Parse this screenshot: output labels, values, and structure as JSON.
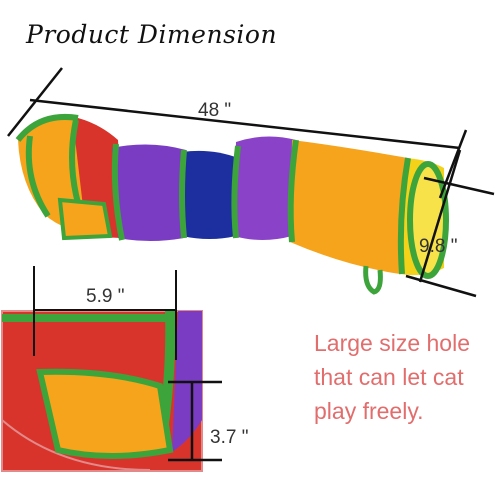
{
  "title": "Product Dimension",
  "dimensions": {
    "length": "48 \"",
    "diameter": "9.8 \"",
    "hole_width": "5.9 \"",
    "hole_height": "3.7 \""
  },
  "caption": {
    "line1": "Large size hole",
    "line2": "that can let cat",
    "line3": "play freely."
  },
  "colors": {
    "caption": "#e26d6d",
    "red": "#d9342b",
    "orange": "#f6a41c",
    "yellow": "#f5d21a",
    "purple": "#7b3cc4",
    "blue": "#1d2f9e",
    "green": "#3ca43a"
  }
}
